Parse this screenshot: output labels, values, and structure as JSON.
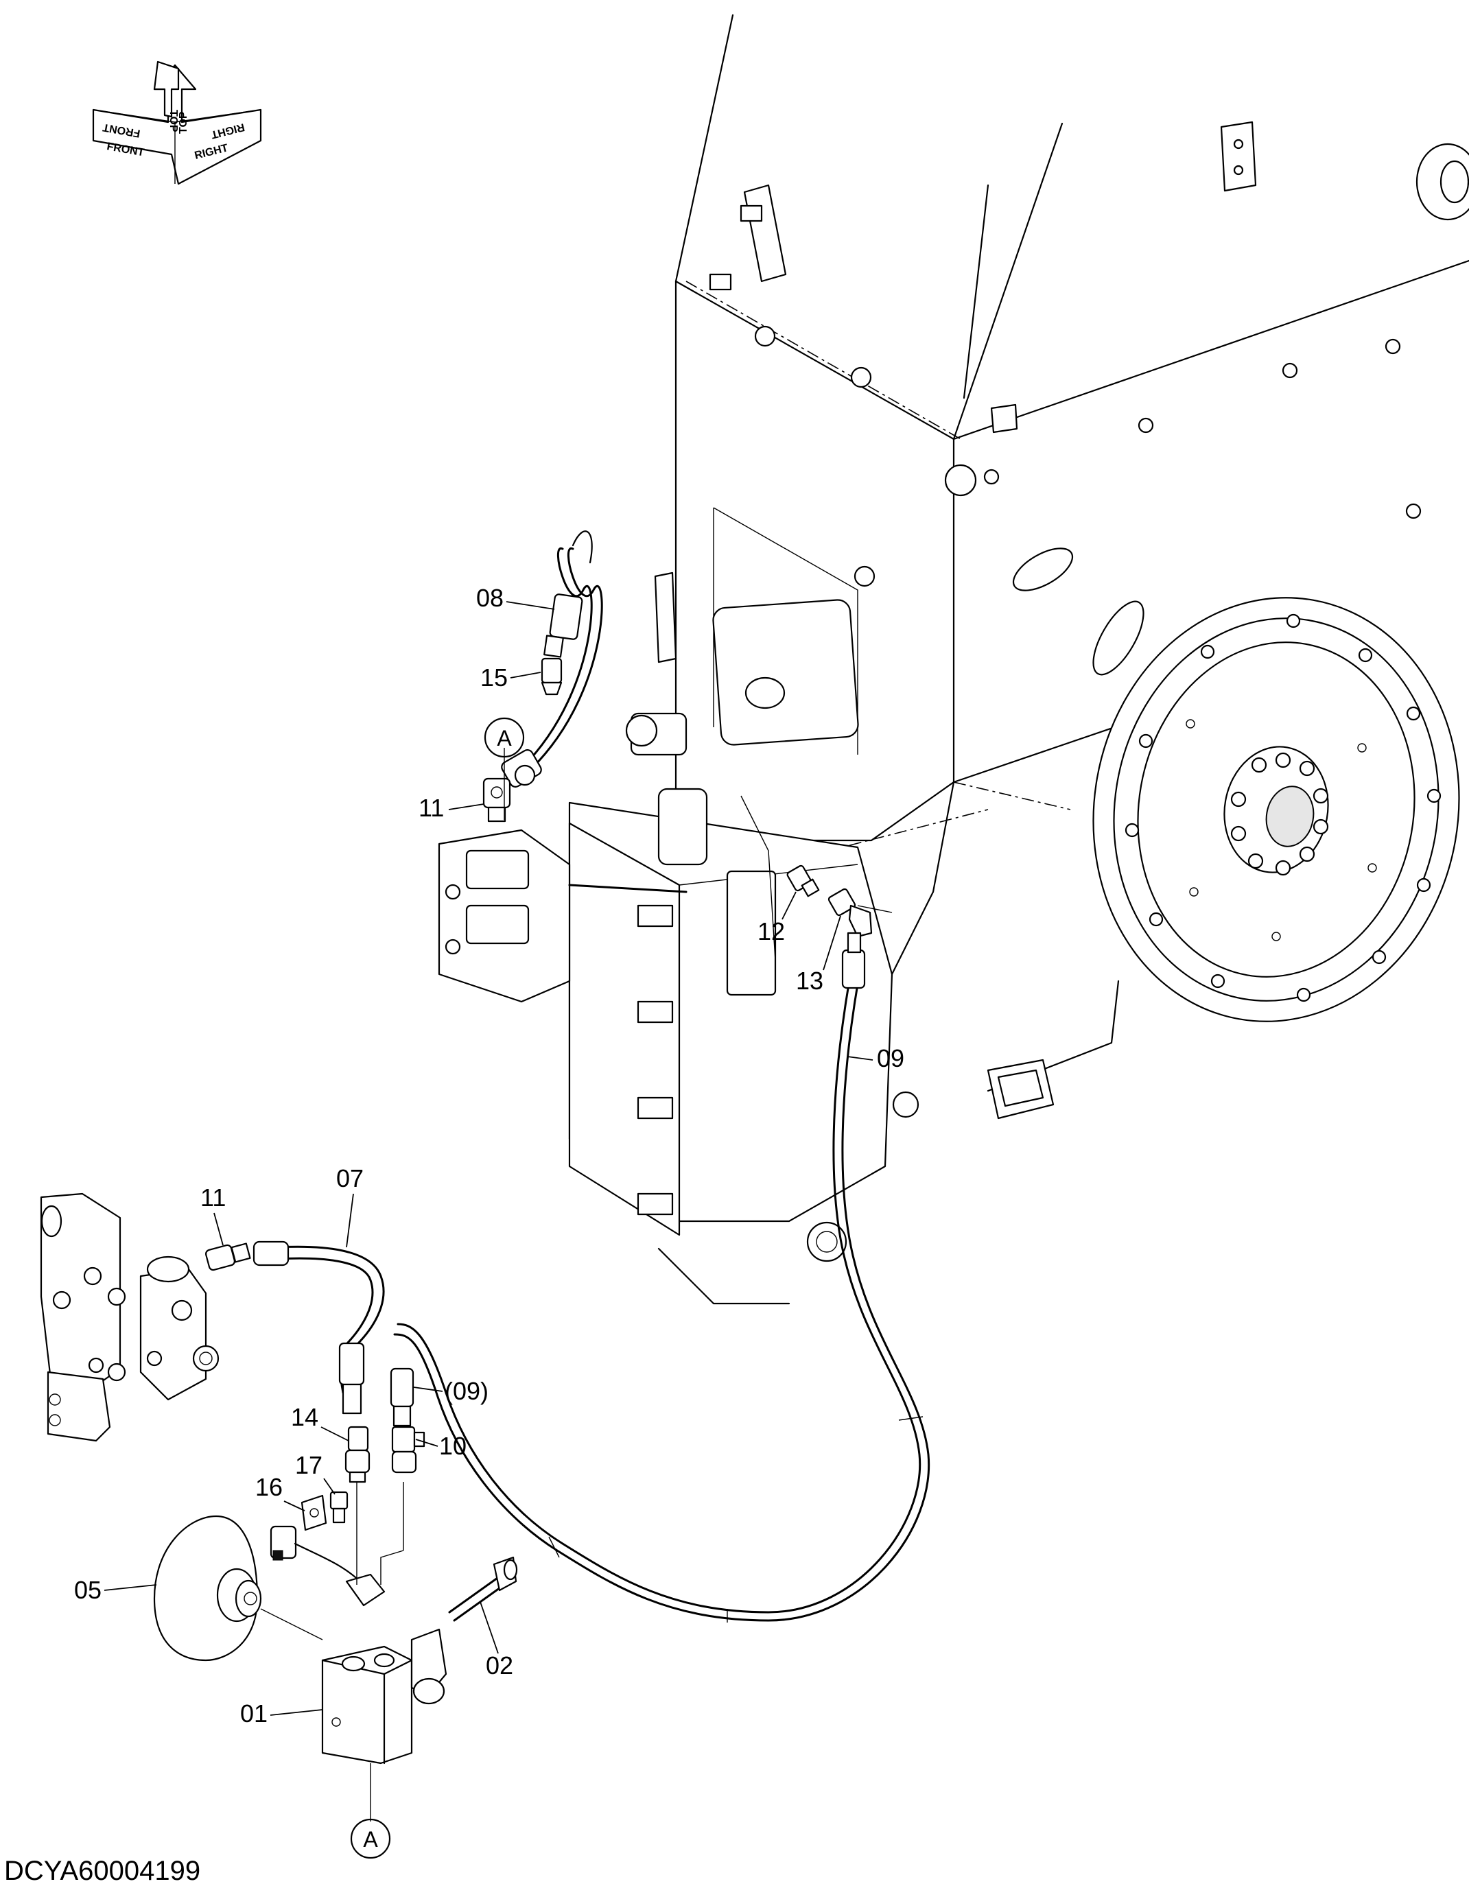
{
  "orientation_indicator": {
    "front": "FRONT",
    "front_mirrored": "FRONT",
    "top": "TOP",
    "top_mirrored": "TOP",
    "right": "RIGHT",
    "right_mirrored": "RIGHT"
  },
  "callouts": {
    "p01": "01",
    "p02": "02",
    "p05": "05",
    "p07": "07",
    "p08": "08",
    "p09": "09",
    "p09_ref": "(09)",
    "p10": "10",
    "p11_upper": "11",
    "p11_lower": "11",
    "p12": "12",
    "p13": "13",
    "p14": "14",
    "p15": "15",
    "p16": "16",
    "p17": "17"
  },
  "reference_markers": {
    "upper": "A",
    "lower": "A"
  },
  "document_id": "DCYA60004199"
}
